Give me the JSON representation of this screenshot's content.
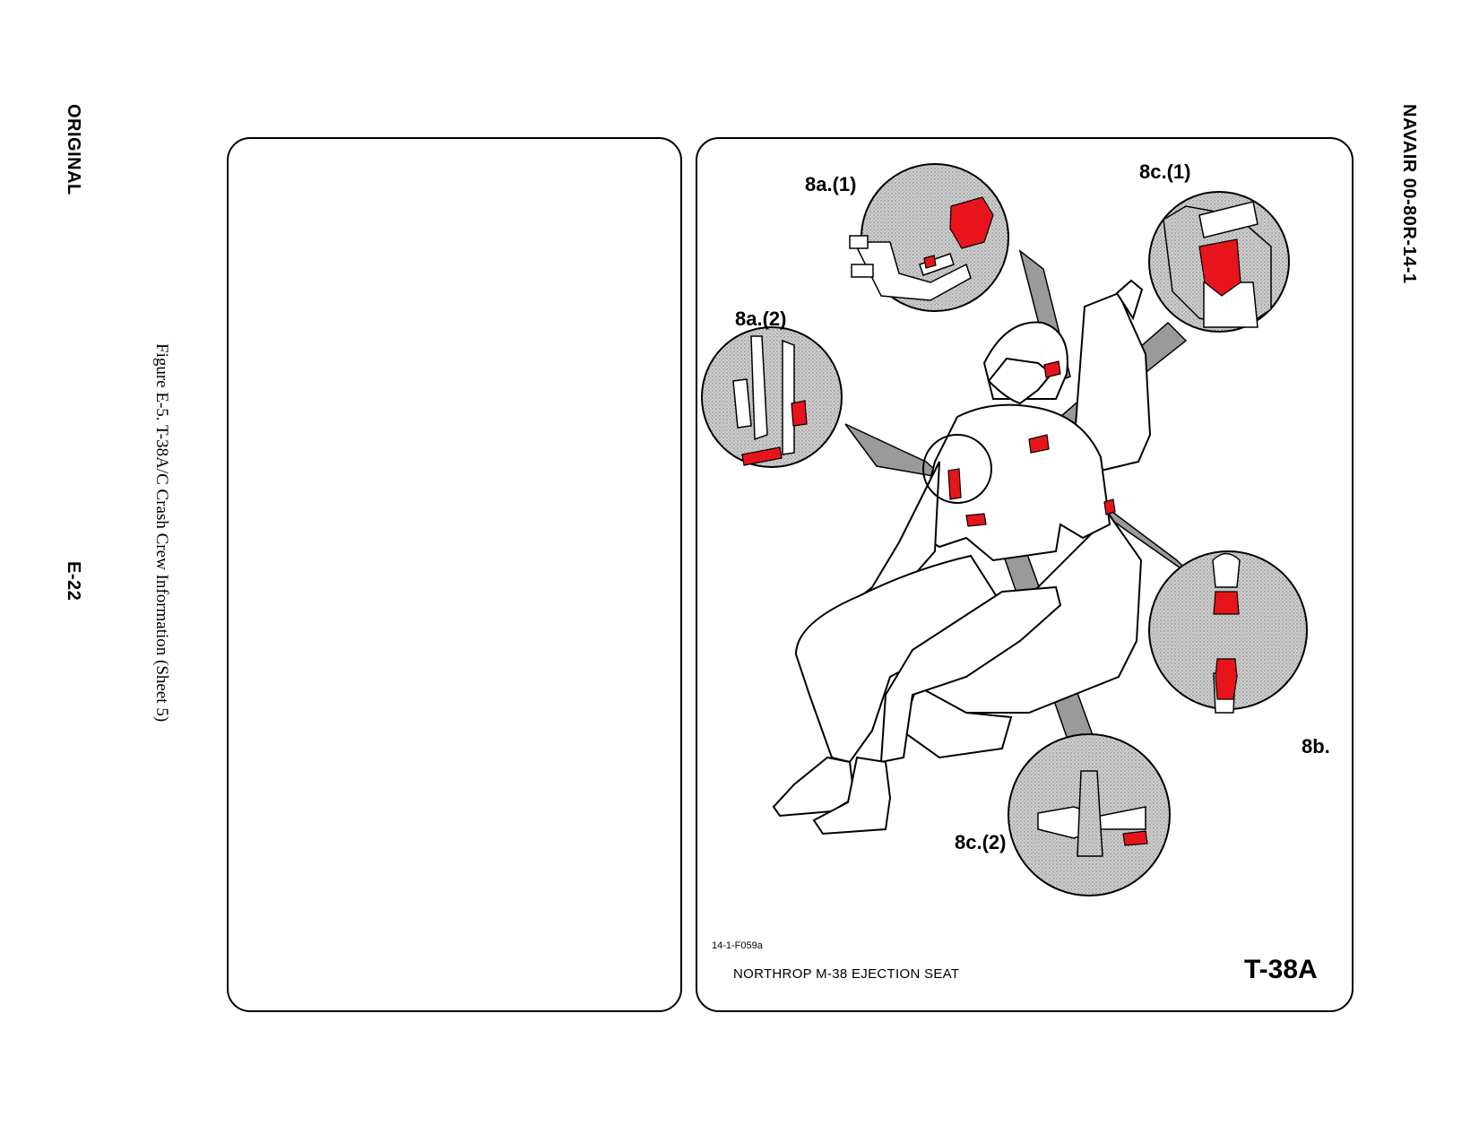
{
  "page": {
    "status_label": "ORIGINAL",
    "document_number": "NAVAIR 00-80R-14-1",
    "page_number": "E-22",
    "figure_caption": "Figure E-5.  T-38A/C Crash Crew Information (Sheet 5)"
  },
  "illustration": {
    "callouts": {
      "c8a1": "8a.(1)",
      "c8a2": "8a.(2)",
      "c8c1": "8c.(1)",
      "c8b": "8b.",
      "c8c2": "8c.(2)"
    },
    "figure_id": "14-1-F059a",
    "seat_name": "NORTHROP M-38 EJECTION SEAT",
    "aircraft_model": "T-38A",
    "highlight_color": "#e8141c"
  }
}
